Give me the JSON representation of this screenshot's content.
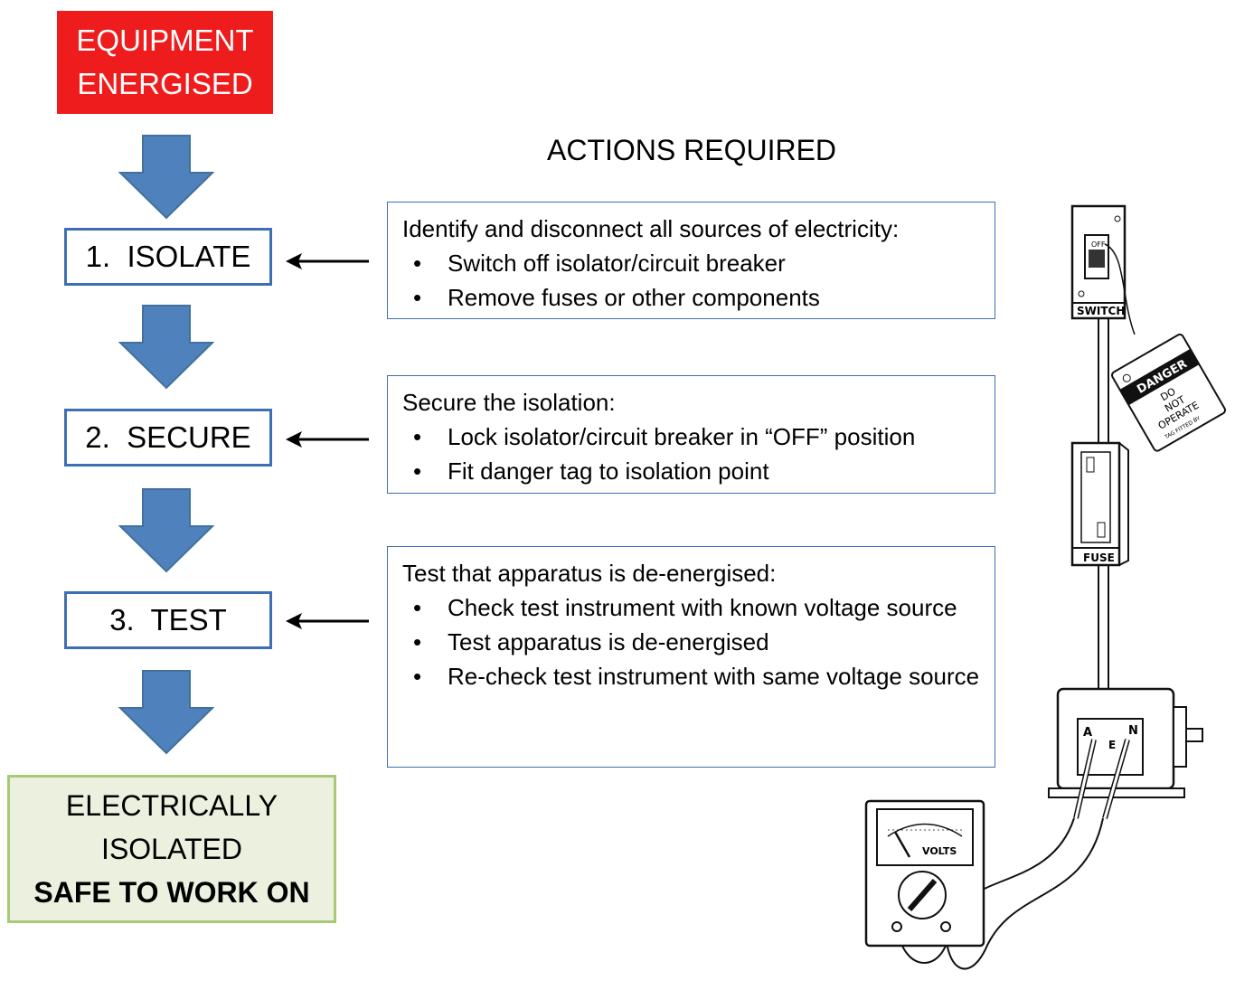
{
  "flow": {
    "start": {
      "line1": "EQUIPMENT",
      "line2": "ENERGISED"
    },
    "steps": [
      {
        "label": "1.  ISOLATE"
      },
      {
        "label": "2.  SECURE"
      },
      {
        "label": "3.  TEST"
      }
    ],
    "end": {
      "line1": "ELECTRICALLY",
      "line2": "ISOLATED",
      "line3": "SAFE TO WORK ON"
    }
  },
  "actions": {
    "title": "ACTIONS REQUIRED",
    "boxes": [
      {
        "heading": "Identify and disconnect all sources of electricity:",
        "items": [
          "Switch off isolator/circuit breaker",
          "Remove fuses or other components"
        ]
      },
      {
        "heading": "Secure the isolation:",
        "items": [
          "Lock isolator/circuit breaker in “OFF” position",
          "Fit danger tag to isolation point"
        ]
      },
      {
        "heading": "Test that apparatus is de-energised:",
        "items": [
          "Check test instrument with known voltage source",
          "Test apparatus is de-energised",
          "Re-check test instrument with same voltage source"
        ]
      }
    ]
  },
  "illustration": {
    "switch_label": "SWITCH",
    "switch_state": "OFF",
    "tag_title": "DANGER",
    "tag_line1": "DO",
    "tag_line2": "NOT",
    "tag_line3": "OPERATE",
    "tag_line4": "TAG FITTED BY",
    "fuse_label": "FUSE",
    "terminal_a": "A",
    "terminal_e": "E",
    "terminal_n": "N",
    "meter_label": "VOLTS"
  },
  "colors": {
    "start_fill": "#ee1c1c",
    "arrow_fill": "#4f81bd",
    "box_border": "#3f6fb3",
    "end_fill": "#ebf1de",
    "end_border": "#a9c977"
  }
}
